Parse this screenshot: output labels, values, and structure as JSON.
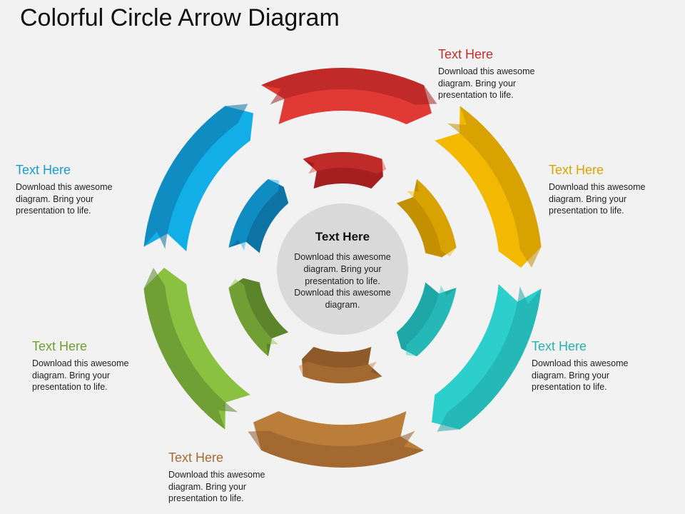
{
  "title": "Colorful Circle Arrow Diagram",
  "center": {
    "heading": "Text Here",
    "body": "Download this awesome diagram. Bring your presentation to life. Download this awesome diagram."
  },
  "segments": [
    {
      "id": "red",
      "color_light": "#e13a34",
      "color_dark": "#a51f20",
      "heading": "Text Here",
      "body": "Download this awesome diagram. Bring your presentation to life."
    },
    {
      "id": "yellow",
      "color_light": "#f2b900",
      "color_dark": "#c39000",
      "heading": "Text Here",
      "body": "Download this awesome diagram. Bring your presentation to life."
    },
    {
      "id": "teal",
      "color_light": "#2ccfcc",
      "color_dark": "#1fa6a6",
      "heading": "Text Here",
      "body": "Download this awesome diagram. Bring your presentation to life."
    },
    {
      "id": "brown",
      "color_light": "#bb7d3a",
      "color_dark": "#8f5a2a",
      "heading": "Text Here",
      "body": "Download this awesome diagram. Bring your presentation to life."
    },
    {
      "id": "green",
      "color_light": "#8bc140",
      "color_dark": "#5b842b",
      "heading": "Text Here",
      "body": "Download this awesome diagram. Bring your presentation to life."
    },
    {
      "id": "blue",
      "color_light": "#12aee8",
      "color_dark": "#0d73a4",
      "heading": "Text Here",
      "body": "Download this awesome diagram. Bring your presentation to life."
    }
  ]
}
